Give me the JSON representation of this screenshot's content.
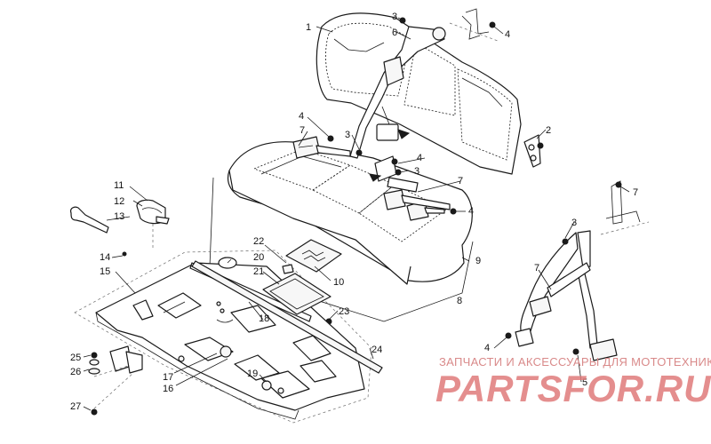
{
  "diagram": {
    "callouts": [
      "1",
      "2",
      "3",
      "4",
      "5",
      "6",
      "7",
      "8",
      "9",
      "10",
      "11",
      "12",
      "13",
      "14",
      "15",
      "16",
      "17",
      "18",
      "19",
      "20",
      "21",
      "22",
      "23",
      "24",
      "25",
      "26",
      "27"
    ]
  },
  "watermark": {
    "tagline": "ЗАПЧАСТИ И АКСЕССУАРЫ ДЛЯ МОТОТЕХНИКИ",
    "logo": "PARTSFOR.RU"
  },
  "colors": {
    "line": "#1a1a1a",
    "watermark": "#e07b7b"
  }
}
